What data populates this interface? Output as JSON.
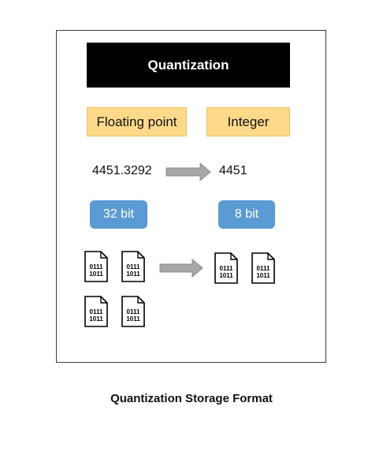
{
  "title": "Quantization",
  "types": {
    "source": "Floating point",
    "target": "Integer"
  },
  "values": {
    "source": "4451.3292",
    "target": "4451"
  },
  "bit_width": {
    "source": "32 bit",
    "target": "8 bit"
  },
  "file_icon_text": {
    "line1": "0111",
    "line2": "1011"
  },
  "counts": {
    "source_files": 4,
    "target_files": 2
  },
  "caption": "Quantization Storage Format",
  "colors": {
    "title_bg": "#000000",
    "type_box": "#fdd98a",
    "bit_box": "#5b9bd5",
    "arrow": "#a6a6a6"
  }
}
